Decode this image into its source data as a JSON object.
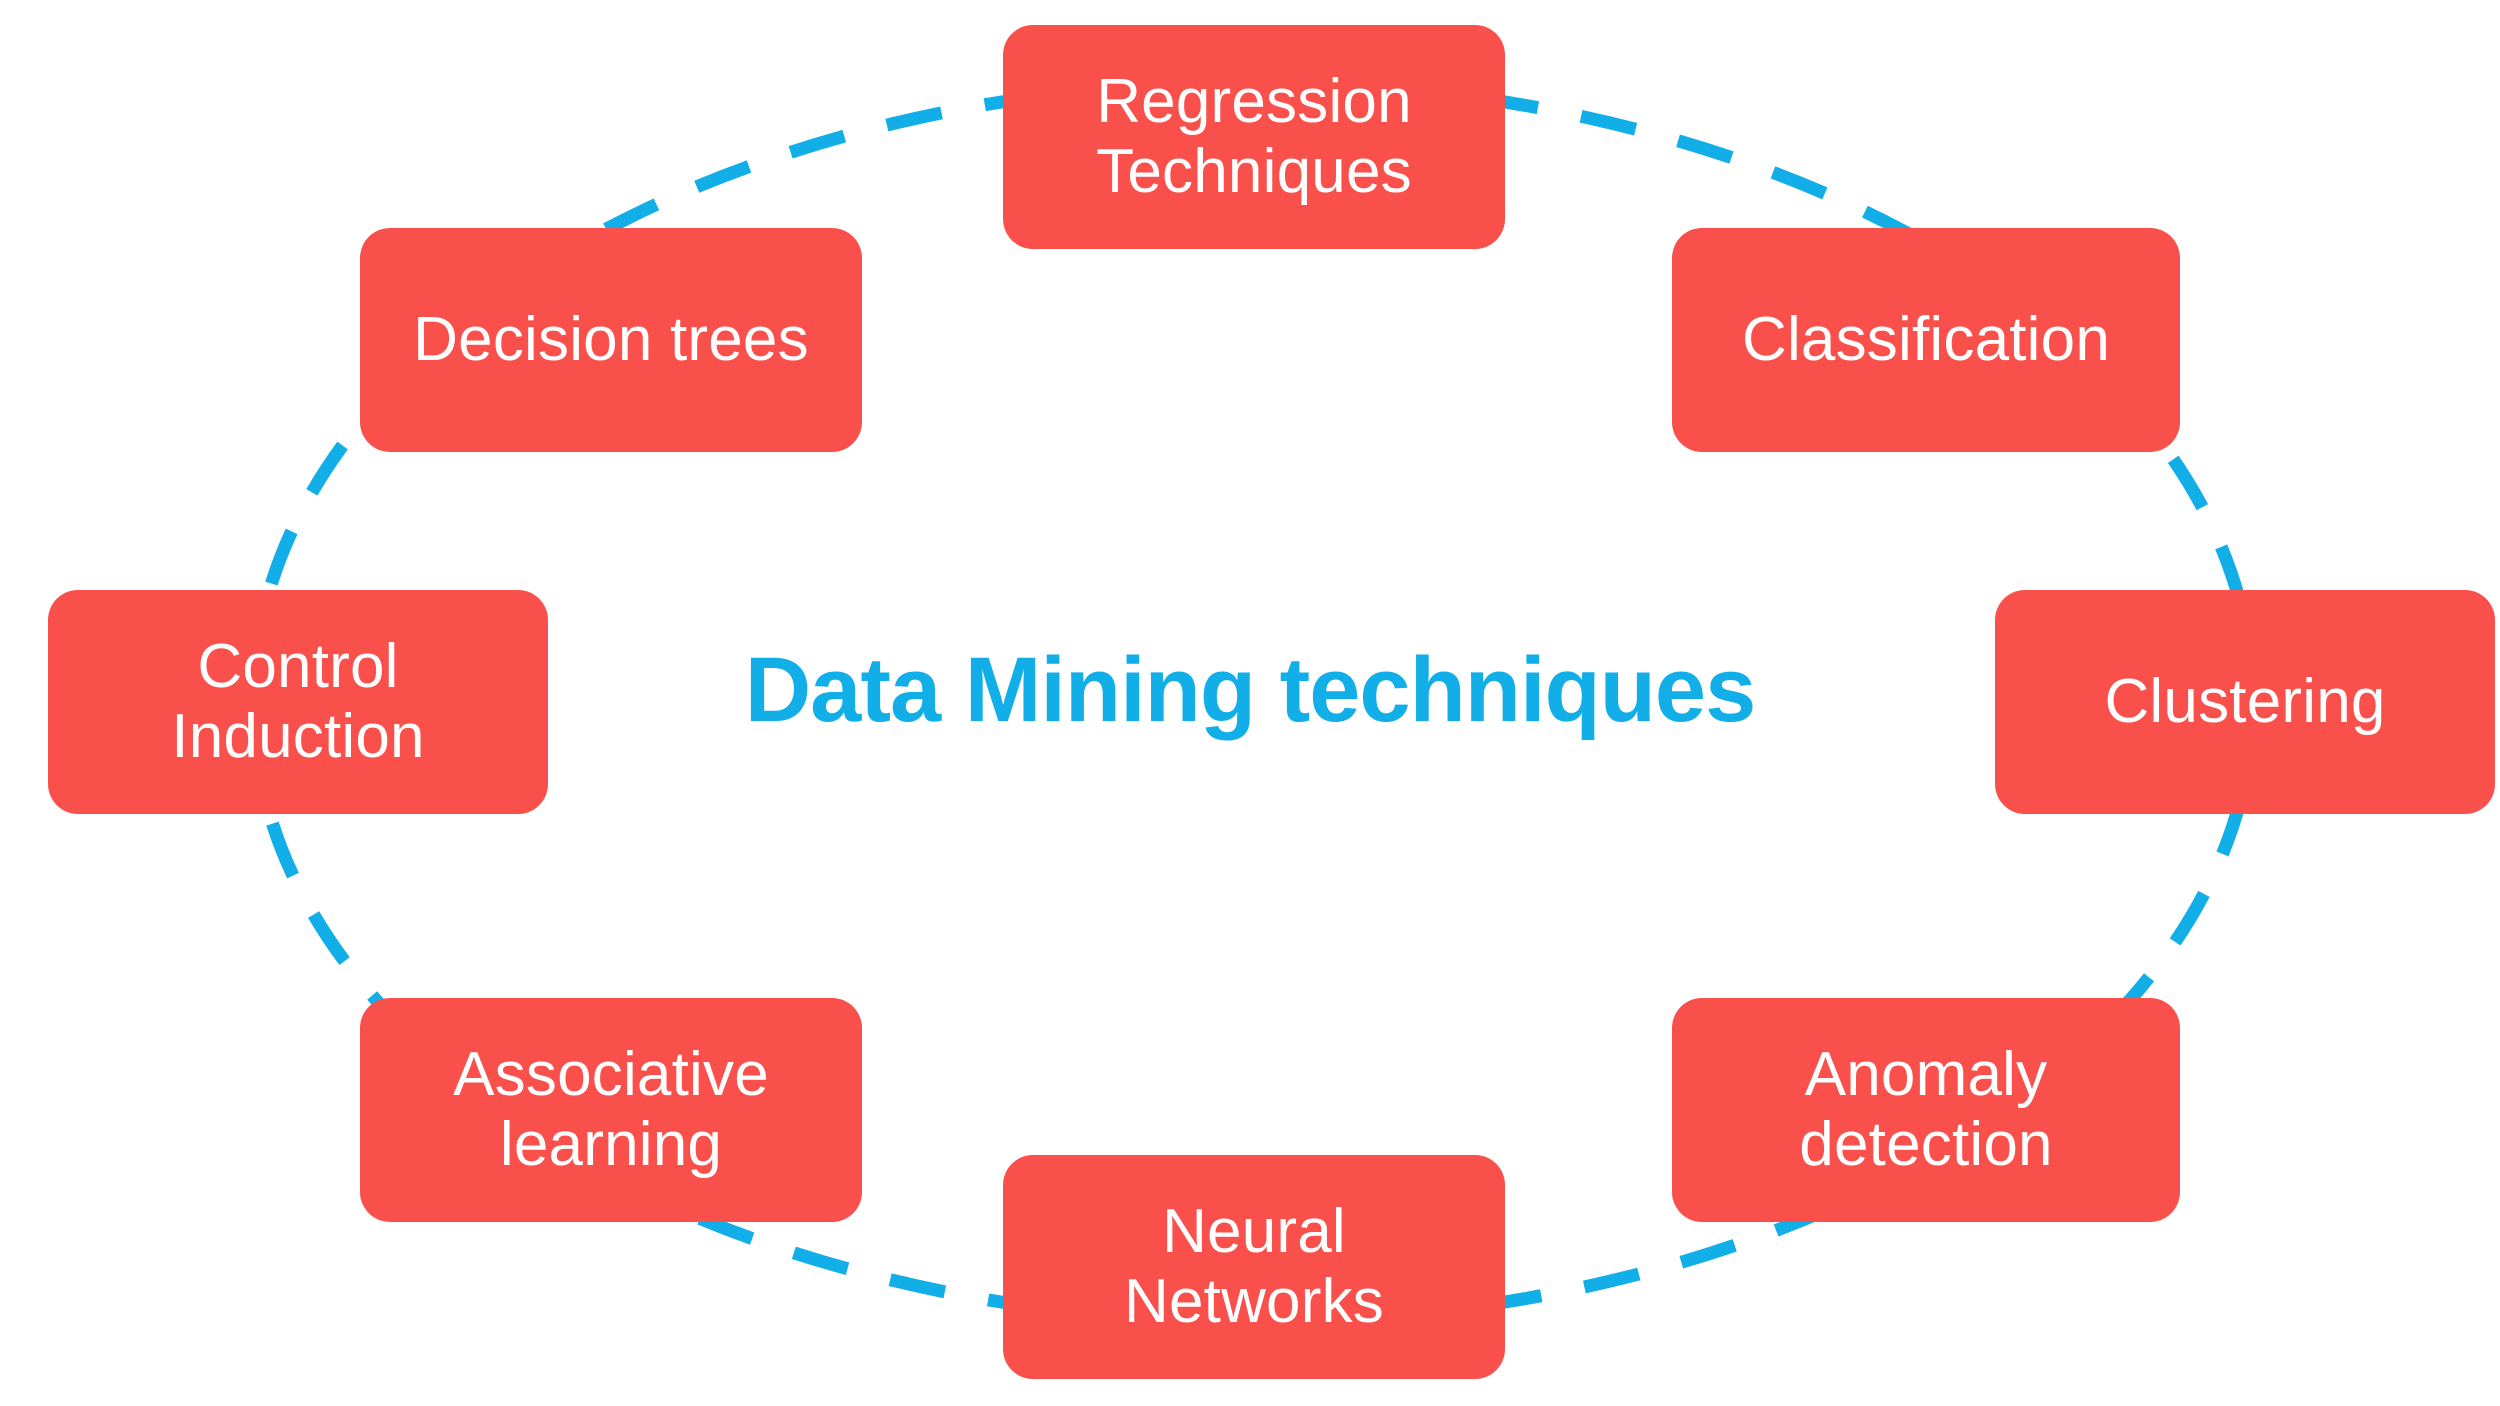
{
  "diagram": {
    "title": "Data Mining techniques",
    "background_color": "#FFFFFF",
    "accent_color": "#12AEE8",
    "node_color": "#FA504B",
    "node_text_color": "#FFFFFF",
    "connector": {
      "style": "dashed",
      "shape": "ellipse",
      "color": "#12AEE8",
      "name": "dashed-ellipse-connector"
    },
    "nodes": [
      {
        "id": "regression",
        "label": "Regression\nTechniques",
        "position": "top"
      },
      {
        "id": "classification",
        "label": "Classification",
        "position": "top-right"
      },
      {
        "id": "clustering",
        "label": "Clustering",
        "position": "right"
      },
      {
        "id": "anomaly",
        "label": "Anomaly\ndetection",
        "position": "bottom-right"
      },
      {
        "id": "neural",
        "label": "Neural\nNetworks",
        "position": "bottom"
      },
      {
        "id": "associative",
        "label": "Associative\nlearning",
        "position": "bottom-left"
      },
      {
        "id": "control",
        "label": "Control\nInduction",
        "position": "left"
      },
      {
        "id": "decision",
        "label": "Decision trees",
        "position": "top-left"
      }
    ]
  }
}
